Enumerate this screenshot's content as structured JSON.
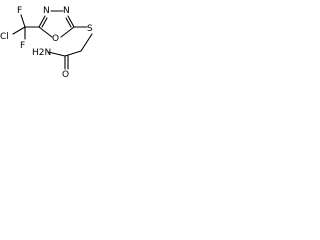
{
  "molecule": {
    "atoms": {
      "cl": "Cl",
      "f_top": "F",
      "f_bottom": "F",
      "n_left": "N",
      "n_right": "N",
      "o_ring": "O",
      "s_link": "S",
      "n_amide": "H2N",
      "o_carbonyl": "O"
    }
  }
}
